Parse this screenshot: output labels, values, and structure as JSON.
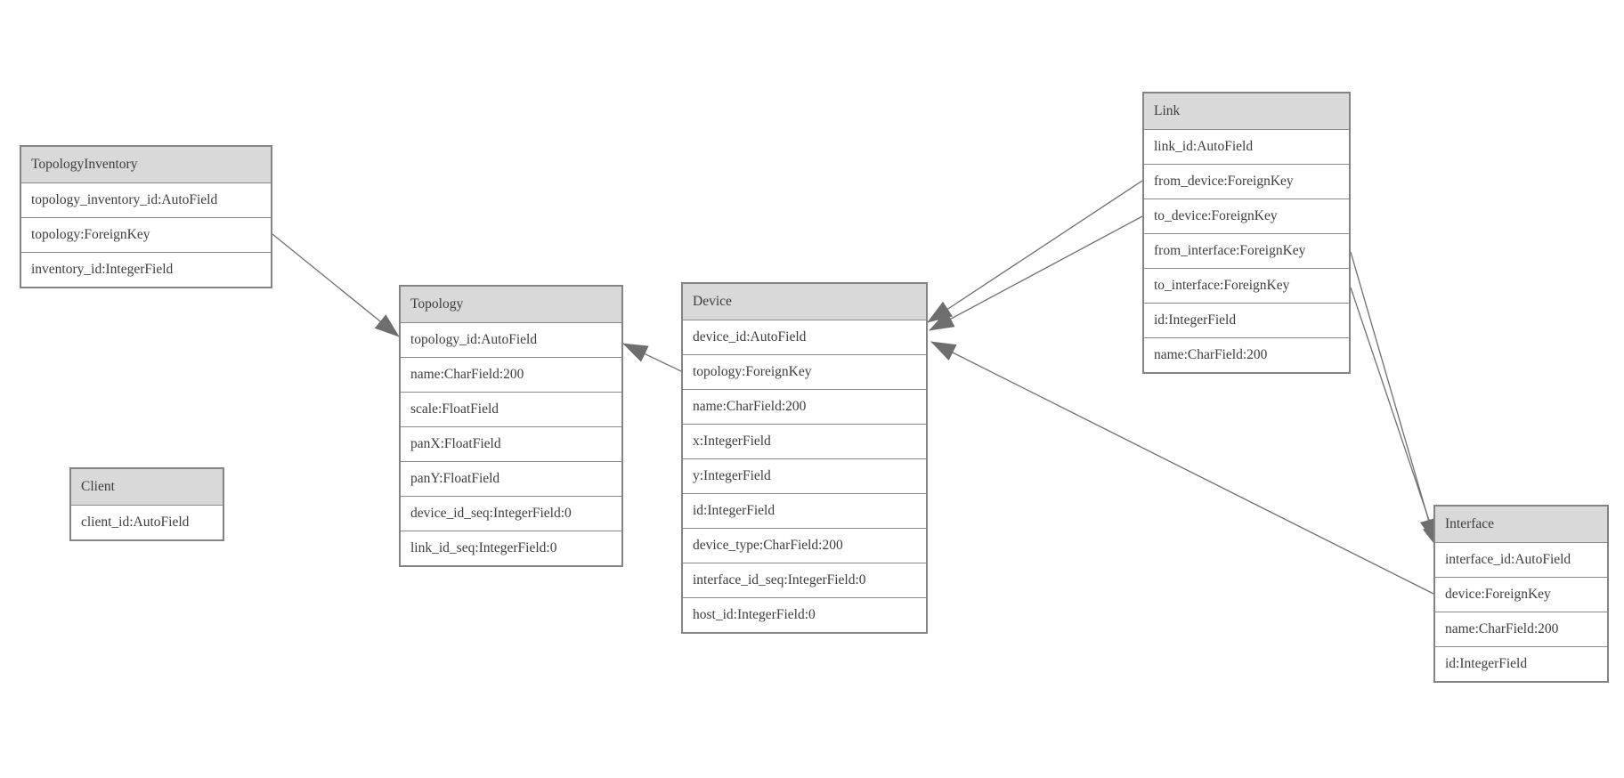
{
  "colors": {
    "background": "#ffffff",
    "header_fill": "#d9d9d9",
    "table_border": "#848484",
    "row_divider": "#8a8a8a",
    "connector_line": "#6e6e6e",
    "arrowhead": "#6e6e6e",
    "text": "#3d3d3d"
  },
  "tables": {
    "topologyInventory": {
      "title": "TopologyInventory",
      "fields": [
        "topology_inventory_id:AutoField",
        "topology:ForeignKey",
        "inventory_id:IntegerField"
      ]
    },
    "topology": {
      "title": "Topology",
      "fields": [
        "topology_id:AutoField",
        "name:CharField:200",
        "scale:FloatField",
        "panX:FloatField",
        "panY:FloatField",
        "device_id_seq:IntegerField:0",
        "link_id_seq:IntegerField:0"
      ]
    },
    "client": {
      "title": "Client",
      "fields": [
        "client_id:AutoField"
      ]
    },
    "device": {
      "title": "Device",
      "fields": [
        "device_id:AutoField",
        "topology:ForeignKey",
        "name:CharField:200",
        "x:IntegerField",
        "y:IntegerField",
        "id:IntegerField",
        "device_type:CharField:200",
        "interface_id_seq:IntegerField:0",
        "host_id:IntegerField:0"
      ]
    },
    "link": {
      "title": "Link",
      "fields": [
        "link_id:AutoField",
        "from_device:ForeignKey",
        "to_device:ForeignKey",
        "from_interface:ForeignKey",
        "to_interface:ForeignKey",
        "id:IntegerField",
        "name:CharField:200"
      ]
    },
    "interface": {
      "title": "Interface",
      "fields": [
        "interface_id:AutoField",
        "device:ForeignKey",
        "name:CharField:200",
        "id:IntegerField"
      ]
    }
  },
  "relations": [
    {
      "from": "TopologyInventory.topology",
      "to": "Topology"
    },
    {
      "from": "Device.topology",
      "to": "Topology"
    },
    {
      "from": "Link.from_device",
      "to": "Device"
    },
    {
      "from": "Link.to_device",
      "to": "Device"
    },
    {
      "from": "Link.from_interface",
      "to": "Interface"
    },
    {
      "from": "Link.to_interface",
      "to": "Interface"
    },
    {
      "from": "Interface.device",
      "to": "Device"
    }
  ]
}
